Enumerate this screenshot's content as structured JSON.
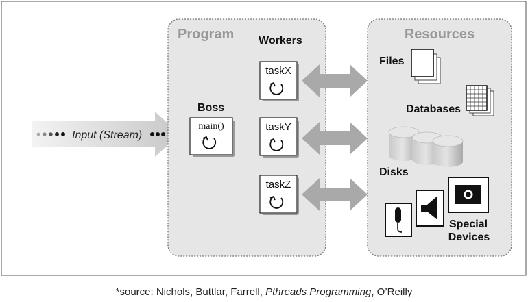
{
  "diagram": {
    "program_label": "Program",
    "workers_label": "Workers",
    "boss_label": "Boss",
    "boss_task": "main()",
    "input_label": "Input (Stream)",
    "workers": [
      {
        "task": "taskX"
      },
      {
        "task": "taskY"
      },
      {
        "task": "taskZ"
      }
    ],
    "resources_label": "Resources",
    "resources": {
      "files": "Files",
      "databases": "Databases",
      "disks": "Disks",
      "special_line1": "Special",
      "special_line2": "Devices"
    }
  },
  "caption": {
    "prefix": "*source: Nichols, Buttlar, Farrell, ",
    "title": "Pthreads Programming",
    "suffix": ", O’Reilly"
  }
}
